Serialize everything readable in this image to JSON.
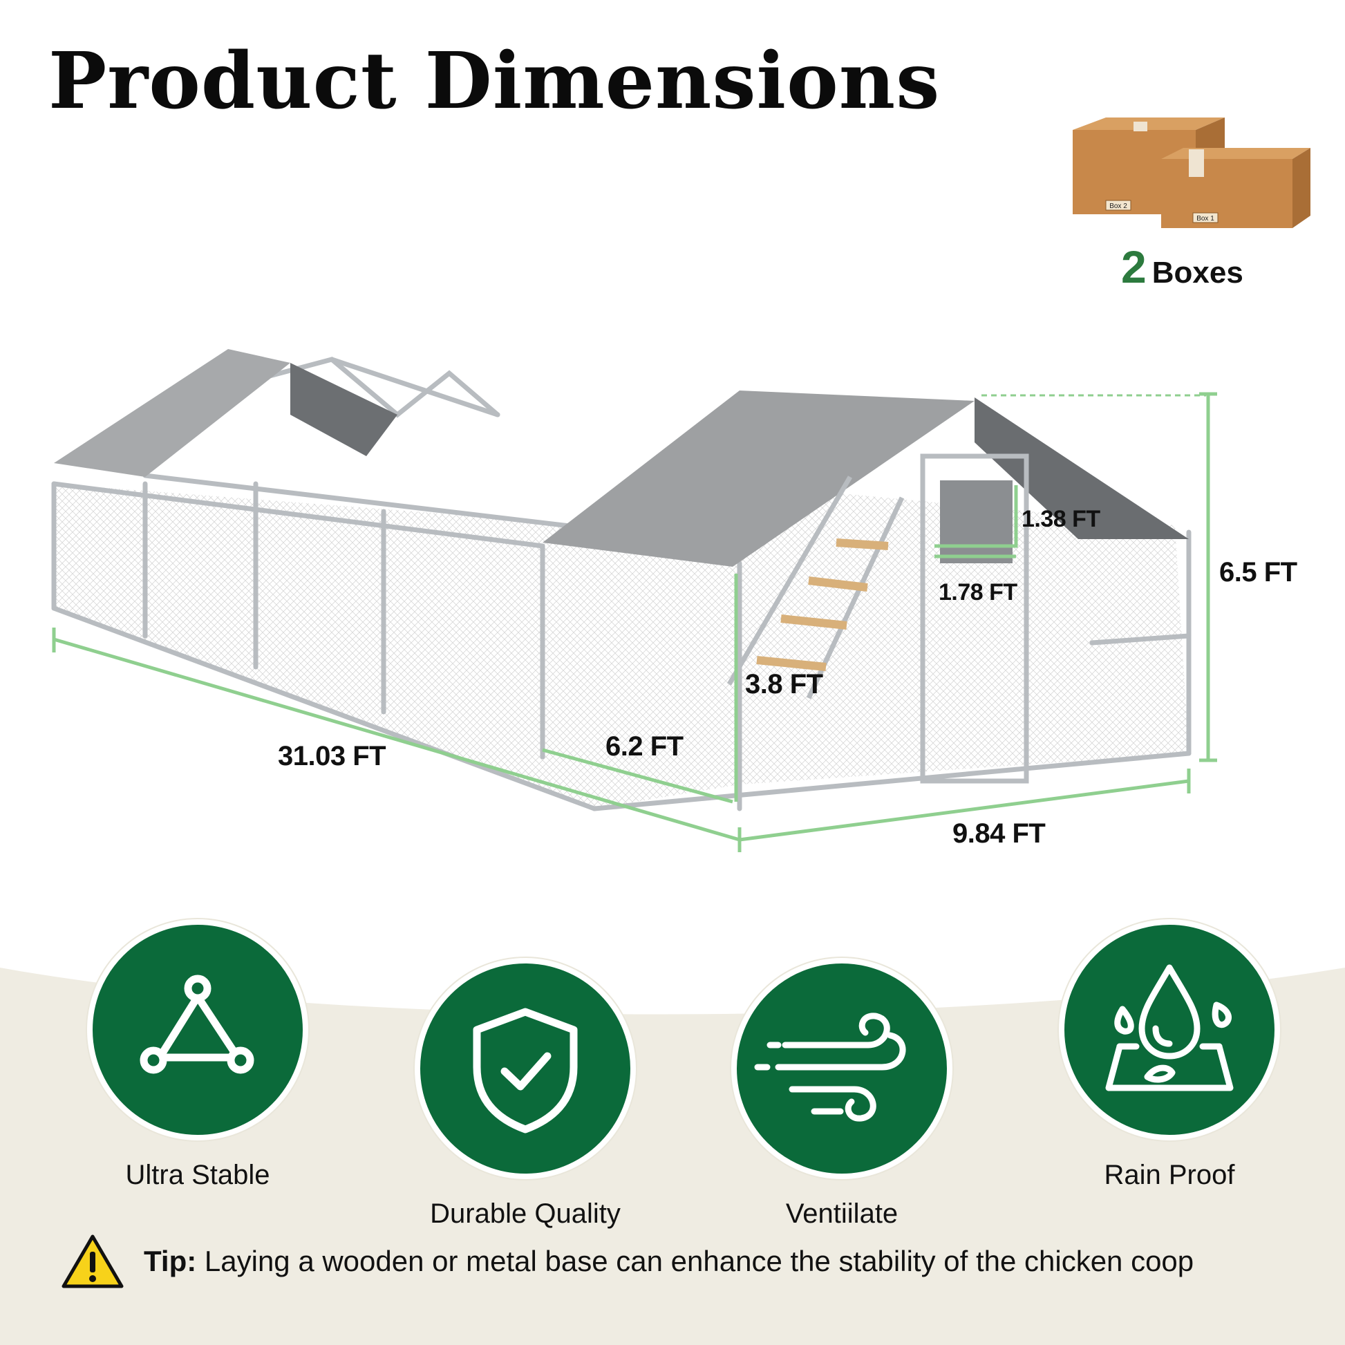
{
  "title": "Product Dimensions",
  "package": {
    "count": "2",
    "unit_label": "Boxes",
    "box_labels": [
      "Box 2",
      "Box 1"
    ]
  },
  "dimensions": {
    "length": "31.03 FT",
    "width": "9.84 FT",
    "height": "6.5 FT",
    "side_height": "6.2 FT",
    "ladder": "3.8 FT",
    "door_height": "1.38 FT",
    "door_width": "1.78 FT"
  },
  "features": [
    {
      "label": "Ultra Stable",
      "icon": "triangle-nodes-icon"
    },
    {
      "label": "Durable Quality",
      "icon": "shield-check-icon"
    },
    {
      "label": "Ventiilate",
      "icon": "wind-icon"
    },
    {
      "label": "Rain Proof",
      "icon": "water-drop-icon"
    }
  ],
  "tip": {
    "prefix": "Tip:",
    "text": "Laying a wooden or metal base can enhance the stability of the chicken coop"
  },
  "colors": {
    "accent_green": "#0b6a3a",
    "dimension_line_green": "#8fcf8f",
    "count_green": "#2c7a3e",
    "background_wave": "#efece2",
    "warning_yellow": "#f7d21a"
  }
}
